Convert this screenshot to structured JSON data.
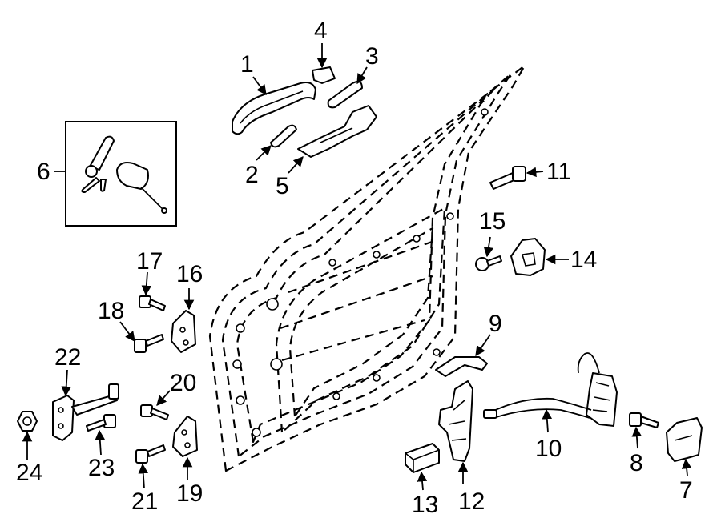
{
  "callouts": [
    "1",
    "2",
    "3",
    "4",
    "5",
    "6",
    "7",
    "8",
    "9",
    "10",
    "11",
    "12",
    "13",
    "14",
    "15",
    "16",
    "17",
    "18",
    "19",
    "20",
    "21",
    "22",
    "23",
    "24"
  ],
  "icons": {
    "door": "door-shell-outline",
    "handle": "outside-handle",
    "lock": "lock-cylinder-with-keys",
    "latch": "door-latch-actuator",
    "hinge": "door-hinge",
    "check": "door-check-strap",
    "bolt": "bolt",
    "nut": "nut",
    "striker": "striker"
  }
}
